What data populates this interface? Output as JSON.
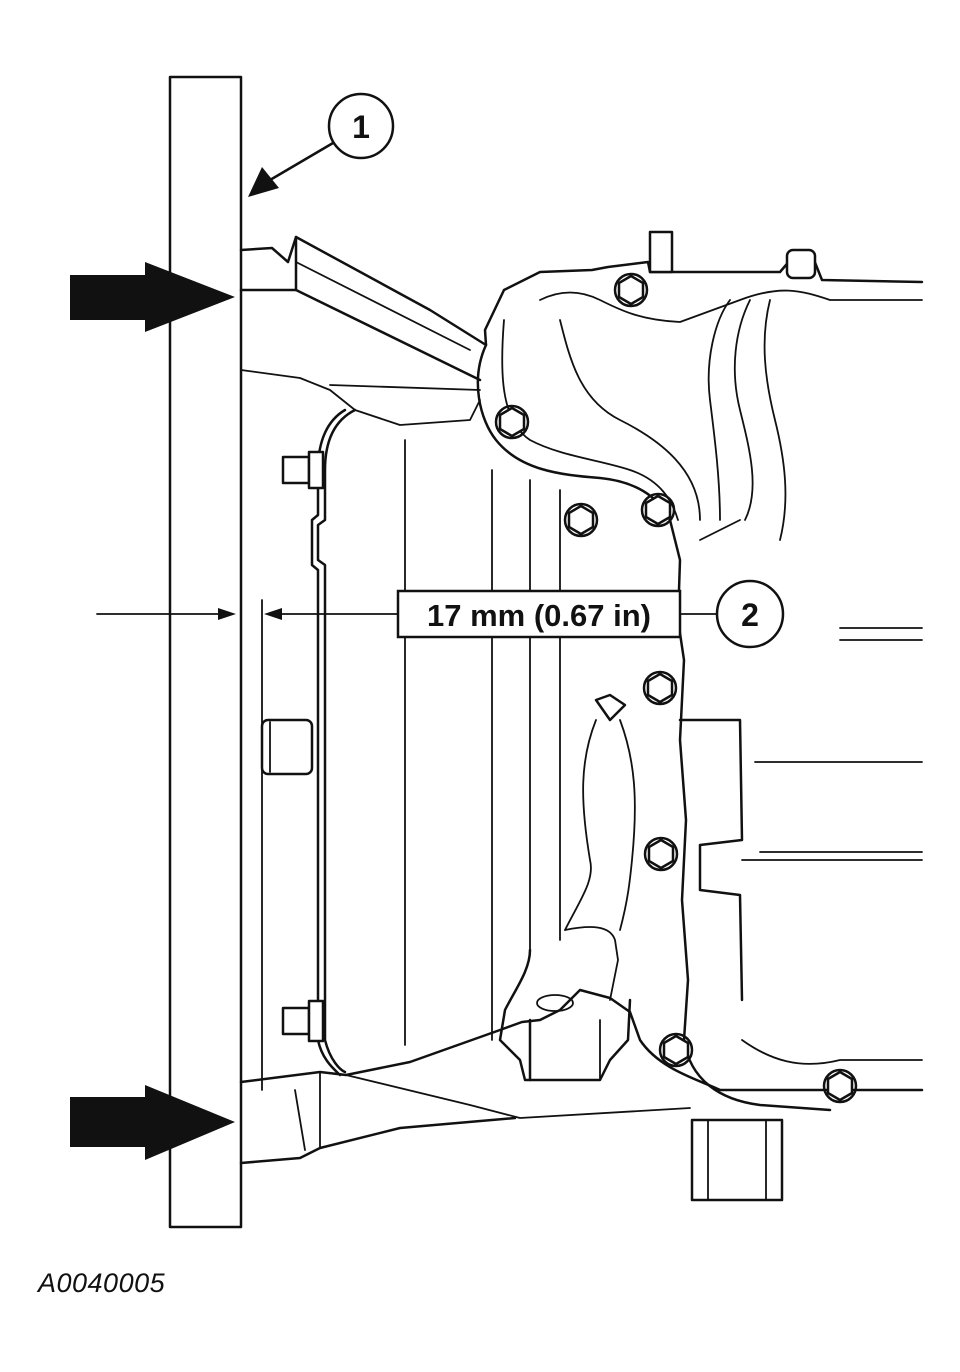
{
  "callouts": [
    {
      "id": "1"
    },
    {
      "id": "2"
    }
  ],
  "dimension": {
    "label": "17 mm (0.67 in)"
  },
  "figure_id": "A0040005"
}
